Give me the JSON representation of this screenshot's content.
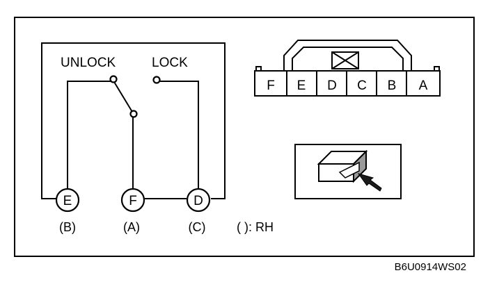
{
  "switch": {
    "unlock_label": "UNLOCK",
    "lock_label": "LOCK"
  },
  "terminals": [
    {
      "name": "E",
      "rh": "(B)"
    },
    {
      "name": "F",
      "rh": "(A)"
    },
    {
      "name": "D",
      "rh": "(C)"
    }
  ],
  "rh_note": "( ): RH",
  "connector": {
    "pins": [
      "F",
      "E",
      "D",
      "C",
      "B",
      "A"
    ]
  },
  "figure_code": "B6U0914WS02"
}
